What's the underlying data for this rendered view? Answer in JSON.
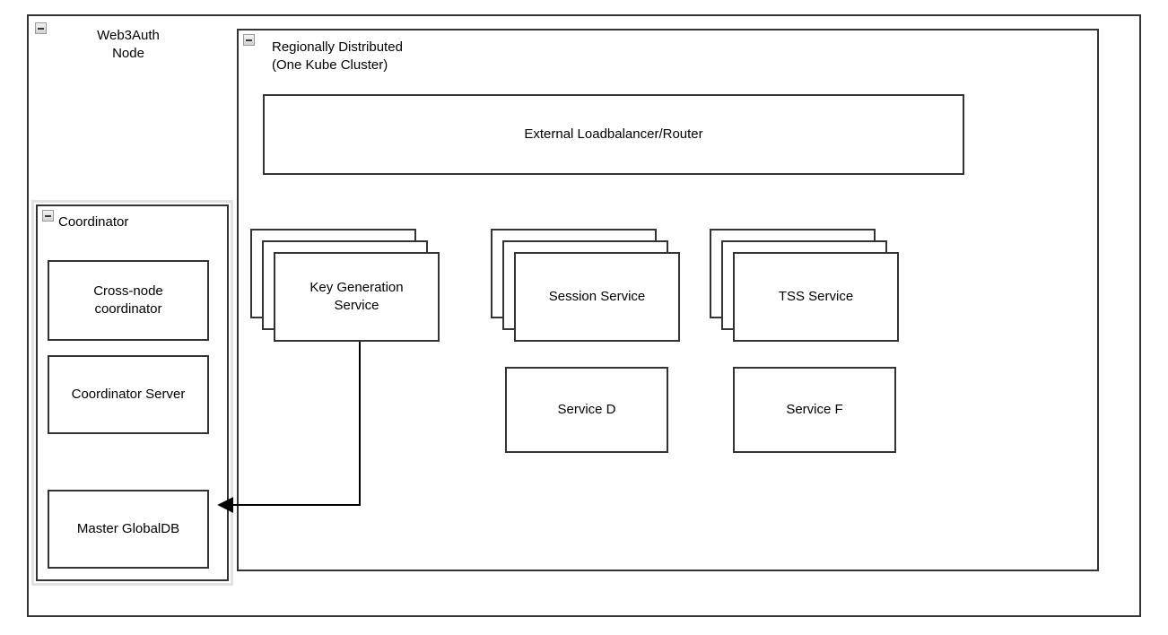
{
  "diagram": {
    "outer": {
      "title": "Web3Auth\nNode",
      "collapse_icon": "collapse-minus-icon"
    },
    "cluster": {
      "title": "Regionally Distributed\n(One Kube Cluster)",
      "collapse_icon": "collapse-minus-icon"
    },
    "coordinator": {
      "title": "Coordinator",
      "collapse_icon": "collapse-minus-icon",
      "children": [
        {
          "label": "Cross-node\ncoordinator"
        },
        {
          "label": "Coordinator Server"
        },
        {
          "label": "Master GlobalDB"
        }
      ]
    },
    "loadbalancer": {
      "label": "External Loadbalancer/Router"
    },
    "services": {
      "stacked": [
        {
          "label": "Key Generation\nService",
          "instances": 3
        },
        {
          "label": "Session Service",
          "instances": 3
        },
        {
          "label": "TSS Service",
          "instances": 3
        }
      ],
      "single": [
        {
          "label": "Service D"
        },
        {
          "label": "Service F"
        }
      ]
    },
    "connectors": [
      {
        "name": "keygen-to-master-globaldb",
        "from": "Key Generation Service",
        "to": "Master GlobalDB",
        "arrowhead": "filled-triangle",
        "direction": "left"
      }
    ],
    "colors": {
      "stroke": "#333333",
      "fill": "#ffffff",
      "text": "#000000",
      "halo": "#e2e2e2"
    }
  }
}
